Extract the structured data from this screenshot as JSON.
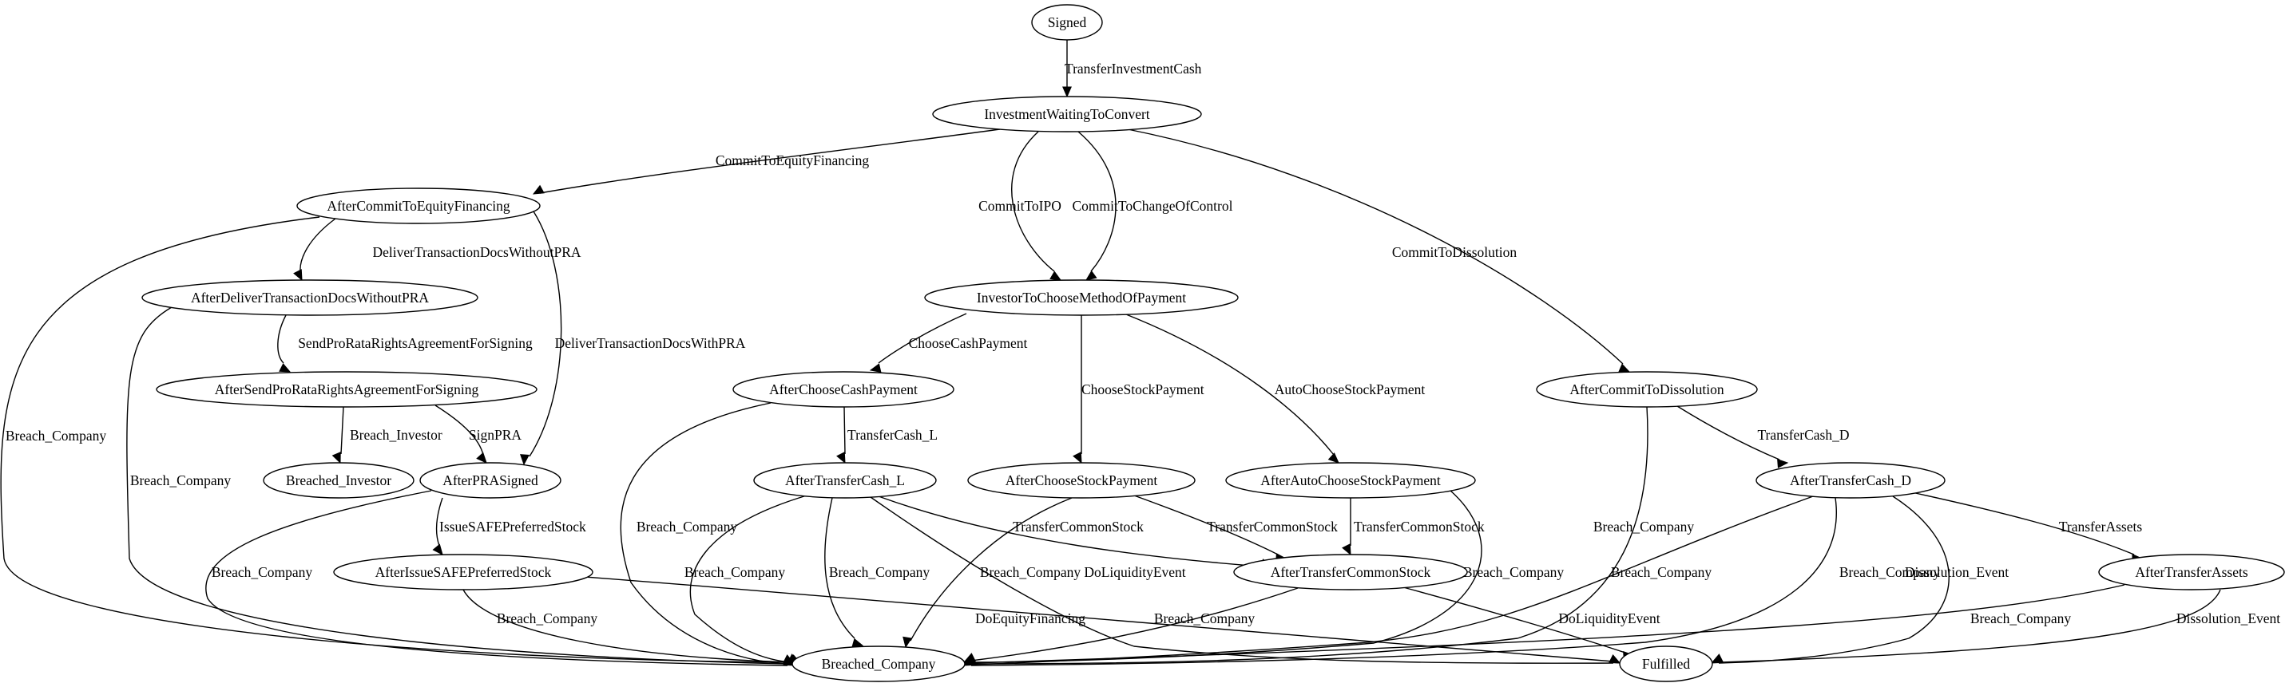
{
  "diagram": {
    "nodes": [
      {
        "id": "signed",
        "label": "Signed"
      },
      {
        "id": "investment_waiting",
        "label": "InvestmentWaitingToConvert"
      },
      {
        "id": "after_commit_equity",
        "label": "AfterCommitToEquityFinancing"
      },
      {
        "id": "after_deliver_without_pra",
        "label": "AfterDeliverTransactionDocsWithoutPRA"
      },
      {
        "id": "after_send_pro_rata",
        "label": "AfterSendProRataRightsAgreementForSigning"
      },
      {
        "id": "breached_investor",
        "label": "Breached_Investor"
      },
      {
        "id": "after_pra_signed",
        "label": "AfterPRASigned"
      },
      {
        "id": "after_issue_safe",
        "label": "AfterIssueSAFEPreferredStock"
      },
      {
        "id": "investor_choose",
        "label": "InvestorToChooseMethodOfPayment"
      },
      {
        "id": "after_choose_cash",
        "label": "AfterChooseCashPayment"
      },
      {
        "id": "after_transfer_cash_l",
        "label": "AfterTransferCash_L"
      },
      {
        "id": "after_choose_stock",
        "label": "AfterChooseStockPayment"
      },
      {
        "id": "after_auto_choose_stock",
        "label": "AfterAutoChooseStockPayment"
      },
      {
        "id": "after_transfer_common",
        "label": "AfterTransferCommonStock"
      },
      {
        "id": "after_commit_dissolution",
        "label": "AfterCommitToDissolution"
      },
      {
        "id": "after_transfer_cash_d",
        "label": "AfterTransferCash_D"
      },
      {
        "id": "after_transfer_assets",
        "label": "AfterTransferAssets"
      },
      {
        "id": "breached_company",
        "label": "Breached_Company"
      },
      {
        "id": "fulfilled",
        "label": "Fulfilled"
      }
    ],
    "edges": [
      {
        "from": "signed",
        "to": "investment_waiting",
        "label": "TransferInvestmentCash"
      },
      {
        "from": "investment_waiting",
        "to": "after_commit_equity",
        "label": "CommitToEquityFinancing"
      },
      {
        "from": "investment_waiting",
        "to": "investor_choose",
        "label": "CommitToIPO"
      },
      {
        "from": "investment_waiting",
        "to": "investor_choose",
        "label": "CommitToChangeOfControl"
      },
      {
        "from": "investment_waiting",
        "to": "after_commit_dissolution",
        "label": "CommitToDissolution"
      },
      {
        "from": "after_commit_equity",
        "to": "breached_company",
        "label": "Breach_Company"
      },
      {
        "from": "after_commit_equity",
        "to": "after_deliver_without_pra",
        "label": "DeliverTransactionDocsWithoutPRA"
      },
      {
        "from": "after_commit_equity",
        "to": "after_pra_signed",
        "label": "DeliverTransactionDocsWithPRA"
      },
      {
        "from": "after_deliver_without_pra",
        "to": "breached_company",
        "label": "Breach_Company"
      },
      {
        "from": "after_deliver_without_pra",
        "to": "after_send_pro_rata",
        "label": "SendProRataRightsAgreementForSigning"
      },
      {
        "from": "after_send_pro_rata",
        "to": "breached_investor",
        "label": "Breach_Investor"
      },
      {
        "from": "after_send_pro_rata",
        "to": "after_pra_signed",
        "label": "SignPRA"
      },
      {
        "from": "after_pra_signed",
        "to": "breached_company",
        "label": "Breach_Company"
      },
      {
        "from": "after_pra_signed",
        "to": "after_issue_safe",
        "label": "IssueSAFEPreferredStock"
      },
      {
        "from": "after_issue_safe",
        "to": "breached_company",
        "label": "Breach_Company"
      },
      {
        "from": "after_issue_safe",
        "to": "fulfilled",
        "label": "DoEquityFinancing"
      },
      {
        "from": "investor_choose",
        "to": "after_choose_cash",
        "label": "ChooseCashPayment"
      },
      {
        "from": "investor_choose",
        "to": "after_choose_stock",
        "label": "ChooseStockPayment"
      },
      {
        "from": "investor_choose",
        "to": "after_auto_choose_stock",
        "label": "AutoChooseStockPayment"
      },
      {
        "from": "after_choose_cash",
        "to": "breached_company",
        "label": "Breach_Company"
      },
      {
        "from": "after_choose_cash",
        "to": "after_transfer_cash_l",
        "label": "TransferCash_L"
      },
      {
        "from": "after_transfer_cash_l",
        "to": "breached_company",
        "label": "Breach_Company"
      },
      {
        "from": "after_transfer_cash_l",
        "to": "breached_company",
        "label": "Breach_Company"
      },
      {
        "from": "after_transfer_cash_l",
        "to": "after_transfer_common",
        "label": "TransferCommonStock"
      },
      {
        "from": "after_transfer_cash_l",
        "to": "fulfilled",
        "label": "DoLiquidityEvent"
      },
      {
        "from": "after_choose_stock",
        "to": "breached_company",
        "label": "Breach_Company"
      },
      {
        "from": "after_choose_stock",
        "to": "after_transfer_common",
        "label": "TransferCommonStock"
      },
      {
        "from": "after_auto_choose_stock",
        "to": "after_transfer_common",
        "label": "TransferCommonStock"
      },
      {
        "from": "after_auto_choose_stock",
        "to": "breached_company",
        "label": "Breach_Company"
      },
      {
        "from": "after_transfer_common",
        "to": "breached_company",
        "label": "Breach_Company"
      },
      {
        "from": "after_transfer_common",
        "to": "fulfilled",
        "label": "DoLiquidityEvent"
      },
      {
        "from": "after_commit_dissolution",
        "to": "breached_company",
        "label": "Breach_Company"
      },
      {
        "from": "after_commit_dissolution",
        "to": "after_transfer_cash_d",
        "label": "TransferCash_D"
      },
      {
        "from": "after_transfer_cash_d",
        "to": "breached_company",
        "label": "Breach_Company"
      },
      {
        "from": "after_transfer_cash_d",
        "to": "breached_company",
        "label": "Breach_Company"
      },
      {
        "from": "after_transfer_cash_d",
        "to": "fulfilled",
        "label": "Dissolution_Event"
      },
      {
        "from": "after_transfer_cash_d",
        "to": "after_transfer_assets",
        "label": "TransferAssets"
      },
      {
        "from": "after_transfer_assets",
        "to": "breached_company",
        "label": "Breach_Company"
      },
      {
        "from": "after_transfer_assets",
        "to": "fulfilled",
        "label": "Dissolution_Event"
      }
    ]
  }
}
